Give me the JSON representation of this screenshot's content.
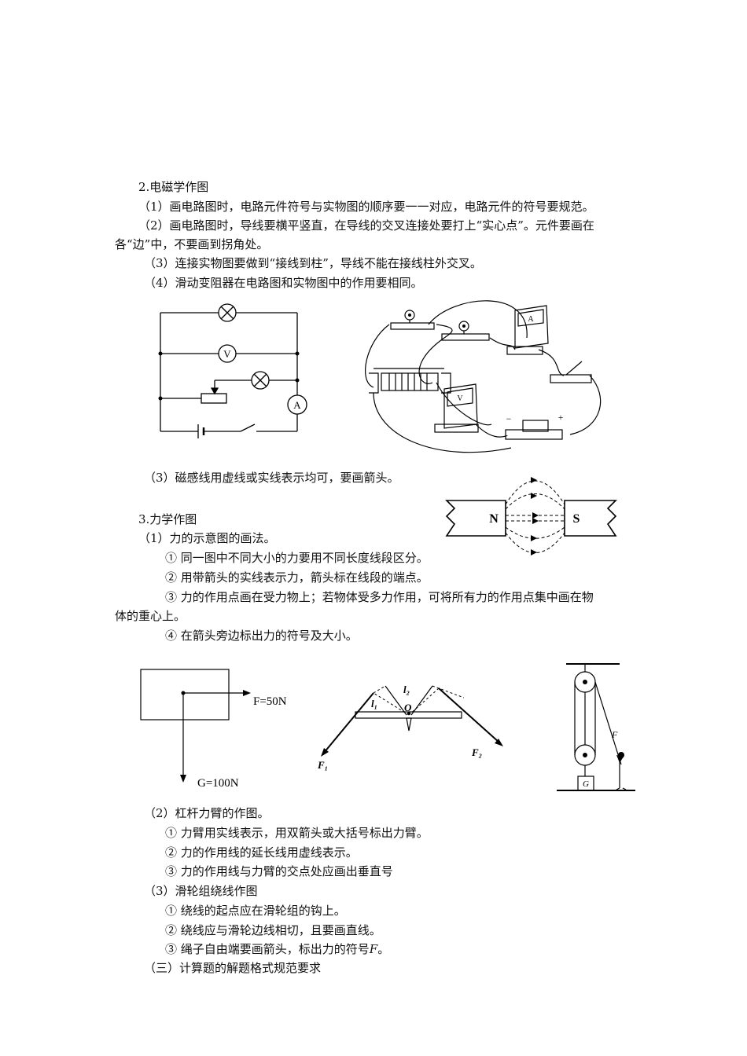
{
  "lines": {
    "s2_title": "2.电磁学作图",
    "s2_1": "（1）画电路图时，电路元件符号与实物图的顺序要一一对应，电路元件的符号要规范。",
    "s2_2a": "（2）画电路图时，导线要横平竖直，在导线的交叉连接处要打上“实心点”。元件要画在",
    "s2_2b": "各“边”中，不要画到拐角处。",
    "s2_3": "（3）连接实物图要做到“接线到柱”，导线不能在接线柱外交叉。",
    "s2_4": "（4）滑动变阻器在电路图和实物图中的作用要相同。",
    "s2_5": "（3）磁感线用虚线或实线表示均可，要画箭头。",
    "s3_title": "3.力学作图",
    "s3_1": "（1）力的示意图的画法。",
    "s3_1a": "① 同一图中不同大小的力要用不同长度线段区分。",
    "s3_1b": "② 用带箭头的实线表示力，箭头标在线段的端点。",
    "s3_1c1": "③ 力的作用点画在受力物上；若物体受多力作用，可将所有力的作用点集中画在物",
    "s3_1c2": "体的重心上。",
    "s3_1d": "④ 在箭头旁边标出力的符号及大小。",
    "s3_2": "（2）杠杆力臂的作图。",
    "s3_2a": "① 力臂用实线表示，用双箭头或大括号标出力臂。",
    "s3_2b": "② 力的作用线的延长线用虚线表示。",
    "s3_2c": "③ 力的作用线与力臂的交点处应画出垂直号",
    "s3_3": "（3）滑轮组绕线作图",
    "s3_3a": "① 绕线的起点应在滑轮组的钩上。",
    "s3_3b": "② 绕线应与滑轮边线相切，且要画直线。",
    "s3_3c_pre": "③ 绳子自由端要画箭头，标出力的符号",
    "s3_3c_sym": "F",
    "s3_3c_post": "。",
    "s4": "（三）计算题的解题格式规范要求"
  },
  "figures": {
    "circuit": {
      "voltmeter": "V",
      "ammeter": "A"
    },
    "apparatus": {
      "ammeter": "A",
      "voltmeter": "V",
      "minus": "−",
      "plus": "+"
    },
    "magnet": {
      "north": "N",
      "south": "S"
    },
    "forces": {
      "f_horizontal": "F=50N",
      "f_vertical": "G=100N"
    },
    "lever": {
      "l1": "l₁",
      "l2": "l₂",
      "pivot": "O",
      "f1": "F₁",
      "f2": "F₂"
    },
    "pulley": {
      "force": "F",
      "weight": "G"
    }
  }
}
